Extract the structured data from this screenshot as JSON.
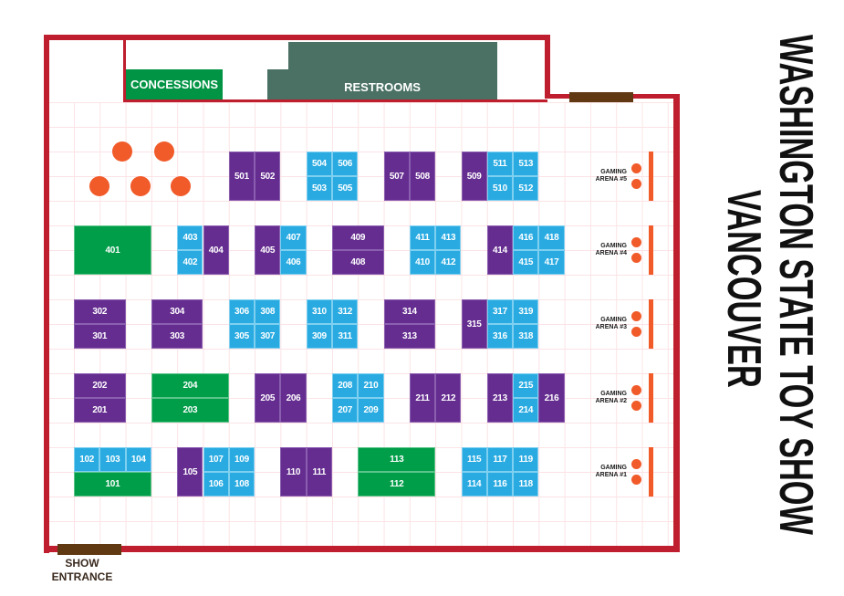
{
  "title": {
    "line1": "WASHINGTON STATE TOY SHOW",
    "line2": "VANCOUVER"
  },
  "areas": {
    "concessions": "CONCESSIONS",
    "restrooms": "RESTROOMS",
    "entrance": "SHOW ENTRANCE"
  },
  "colors": {
    "wall": "#be1e2d",
    "purple": "#652d90",
    "blue": "#29abe2",
    "green": "#009e49",
    "orange": "#f15a29",
    "door": "#603913",
    "restrooms": "#4a7163",
    "concessions": "#009444"
  },
  "gaming_arenas": [
    {
      "id": 5,
      "label_top": "GAMING",
      "label_bottom": "ARENA #5"
    },
    {
      "id": 4,
      "label_top": "GAMING",
      "label_bottom": "ARENA #4"
    },
    {
      "id": 3,
      "label_top": "GAMING",
      "label_bottom": "ARENA #3"
    },
    {
      "id": 2,
      "label_top": "GAMING",
      "label_bottom": "ARENA #2"
    },
    {
      "id": 1,
      "label_top": "GAMING",
      "label_bottom": "ARENA #1"
    }
  ],
  "booths": [
    {
      "label": "501",
      "type": "purple"
    },
    {
      "label": "502",
      "type": "purple"
    },
    {
      "label": "504",
      "type": "blue"
    },
    {
      "label": "503",
      "type": "blue"
    },
    {
      "label": "506",
      "type": "blue"
    },
    {
      "label": "505",
      "type": "blue"
    },
    {
      "label": "507",
      "type": "purple"
    },
    {
      "label": "508",
      "type": "purple"
    },
    {
      "label": "509",
      "type": "purple"
    },
    {
      "label": "511",
      "type": "blue"
    },
    {
      "label": "510",
      "type": "blue"
    },
    {
      "label": "513",
      "type": "blue"
    },
    {
      "label": "512",
      "type": "blue"
    },
    {
      "label": "401",
      "type": "green"
    },
    {
      "label": "403",
      "type": "blue"
    },
    {
      "label": "402",
      "type": "blue"
    },
    {
      "label": "404",
      "type": "purple"
    },
    {
      "label": "405",
      "type": "purple"
    },
    {
      "label": "407",
      "type": "blue"
    },
    {
      "label": "406",
      "type": "blue"
    },
    {
      "label": "409",
      "type": "purple"
    },
    {
      "label": "408",
      "type": "purple"
    },
    {
      "label": "411",
      "type": "blue"
    },
    {
      "label": "410",
      "type": "blue"
    },
    {
      "label": "413",
      "type": "blue"
    },
    {
      "label": "412",
      "type": "blue"
    },
    {
      "label": "414",
      "type": "purple"
    },
    {
      "label": "416",
      "type": "blue"
    },
    {
      "label": "415",
      "type": "blue"
    },
    {
      "label": "418",
      "type": "blue"
    },
    {
      "label": "417",
      "type": "blue"
    },
    {
      "label": "302",
      "type": "purple"
    },
    {
      "label": "301",
      "type": "purple"
    },
    {
      "label": "304",
      "type": "purple"
    },
    {
      "label": "303",
      "type": "purple"
    },
    {
      "label": "306",
      "type": "blue"
    },
    {
      "label": "305",
      "type": "blue"
    },
    {
      "label": "308",
      "type": "blue"
    },
    {
      "label": "307",
      "type": "blue"
    },
    {
      "label": "310",
      "type": "blue"
    },
    {
      "label": "309",
      "type": "blue"
    },
    {
      "label": "312",
      "type": "blue"
    },
    {
      "label": "311",
      "type": "blue"
    },
    {
      "label": "314",
      "type": "purple"
    },
    {
      "label": "313",
      "type": "purple"
    },
    {
      "label": "315",
      "type": "purple"
    },
    {
      "label": "317",
      "type": "blue"
    },
    {
      "label": "316",
      "type": "blue"
    },
    {
      "label": "319",
      "type": "blue"
    },
    {
      "label": "318",
      "type": "blue"
    },
    {
      "label": "202",
      "type": "purple"
    },
    {
      "label": "201",
      "type": "purple"
    },
    {
      "label": "204",
      "type": "green"
    },
    {
      "label": "203",
      "type": "green"
    },
    {
      "label": "205",
      "type": "purple"
    },
    {
      "label": "206",
      "type": "purple"
    },
    {
      "label": "208",
      "type": "blue"
    },
    {
      "label": "207",
      "type": "blue"
    },
    {
      "label": "210",
      "type": "blue"
    },
    {
      "label": "209",
      "type": "blue"
    },
    {
      "label": "211",
      "type": "purple"
    },
    {
      "label": "212",
      "type": "purple"
    },
    {
      "label": "213",
      "type": "purple"
    },
    {
      "label": "215",
      "type": "blue"
    },
    {
      "label": "214",
      "type": "blue"
    },
    {
      "label": "216",
      "type": "purple"
    },
    {
      "label": "102",
      "type": "blue"
    },
    {
      "label": "103",
      "type": "blue"
    },
    {
      "label": "104",
      "type": "blue"
    },
    {
      "label": "101",
      "type": "green"
    },
    {
      "label": "105",
      "type": "purple"
    },
    {
      "label": "107",
      "type": "blue"
    },
    {
      "label": "106",
      "type": "blue"
    },
    {
      "label": "109",
      "type": "blue"
    },
    {
      "label": "108",
      "type": "blue"
    },
    {
      "label": "110",
      "type": "purple"
    },
    {
      "label": "111",
      "type": "purple"
    },
    {
      "label": "113",
      "type": "green"
    },
    {
      "label": "112",
      "type": "green"
    },
    {
      "label": "115",
      "type": "blue"
    },
    {
      "label": "114",
      "type": "blue"
    },
    {
      "label": "117",
      "type": "blue"
    },
    {
      "label": "116",
      "type": "blue"
    },
    {
      "label": "119",
      "type": "blue"
    },
    {
      "label": "118",
      "type": "blue"
    }
  ]
}
